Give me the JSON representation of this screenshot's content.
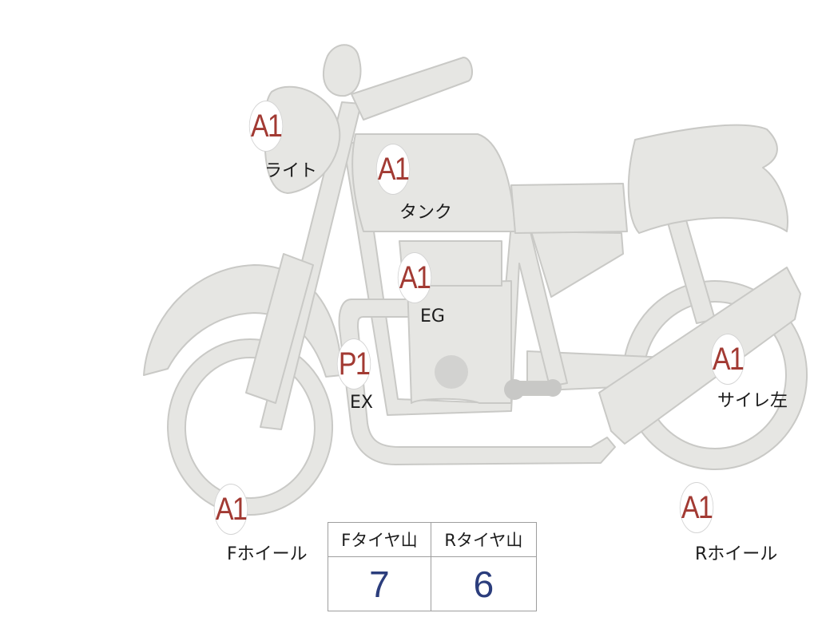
{
  "colors": {
    "body_fill": "#e6e6e3",
    "body_stroke": "#c9c9c6",
    "badge_text": "#a23a33",
    "tire_value_text": "#2b3d7c"
  },
  "parts": [
    {
      "id": "light",
      "grade": "A1",
      "label": "ライト"
    },
    {
      "id": "tank",
      "grade": "A1",
      "label": "タンク"
    },
    {
      "id": "engine",
      "grade": "A1",
      "label": "EG"
    },
    {
      "id": "exhaust",
      "grade": "P1",
      "label": "EX"
    },
    {
      "id": "muffler-left",
      "grade": "A1",
      "label": "サイレ左"
    },
    {
      "id": "front-wheel",
      "grade": "A1",
      "label": "Fホイール"
    },
    {
      "id": "rear-wheel",
      "grade": "A1",
      "label": "Rホイール"
    }
  ],
  "tire_table": {
    "front_header": "Fタイヤ山",
    "rear_header": "Rタイヤ山",
    "front_value": "7",
    "rear_value": "6"
  }
}
